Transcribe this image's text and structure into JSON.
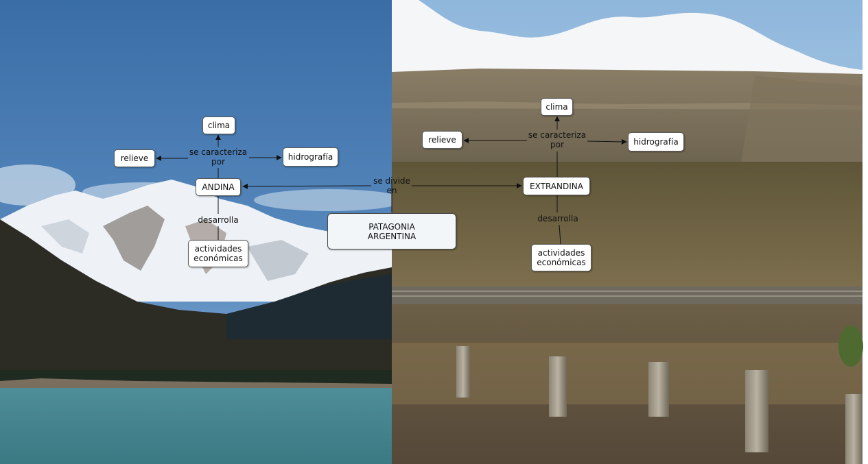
{
  "map": {
    "center": "PATAGONIA\nARGENTINA",
    "division_link": "se divide\nen",
    "left": {
      "title": "ANDINA",
      "characterized_link": "se caracteriza\npor",
      "clima": "clima",
      "relieve": "relieve",
      "hidrografia": "hidrografía",
      "develops_link": "desarrolla",
      "activities": "actividades\neconómicas"
    },
    "right": {
      "title": "EXTRANDINA",
      "characterized_link": "se caracteriza\npor",
      "clima": "clima",
      "relieve": "relieve",
      "hidrografia": "hidrografía",
      "develops_link": "desarrolla",
      "activities": "actividades\neconómicas"
    }
  },
  "colors": {
    "node_border": "#5a5a5a",
    "node_fill": "#ffffff",
    "center_fill": "#f2f6f8",
    "line": "#111111"
  },
  "background": {
    "left_scene": "snowy Andes mountains above a turquoise lake",
    "right_scene": "arid Patagonian steppe with wooden posts"
  }
}
